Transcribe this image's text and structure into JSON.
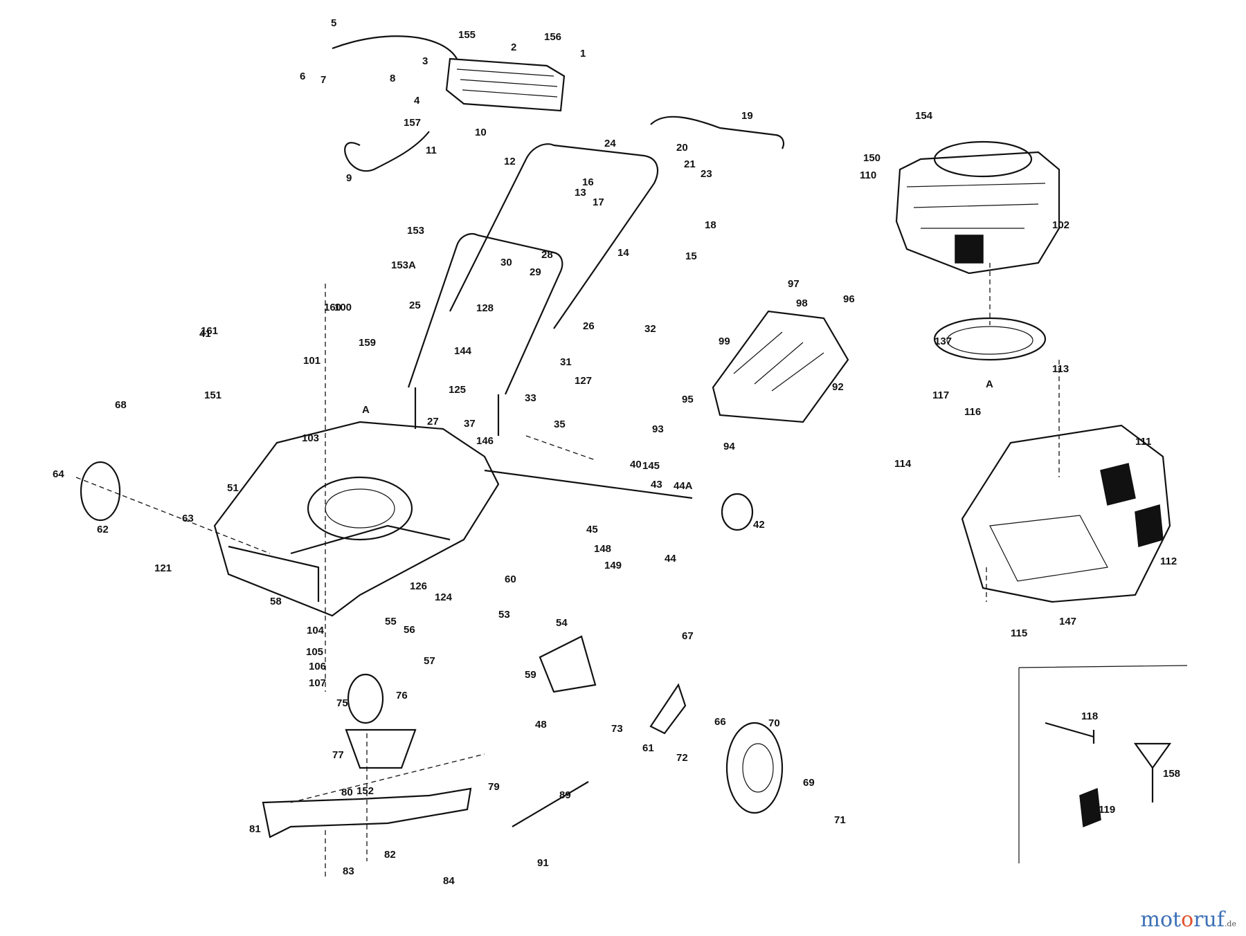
{
  "labels": [
    "1",
    "2",
    "3",
    "4",
    "5",
    "6",
    "7",
    "8",
    "9",
    "10",
    "11",
    "12",
    "13",
    "14",
    "15",
    "16",
    "17",
    "18",
    "19",
    "20",
    "21",
    "23",
    "24",
    "25",
    "26",
    "27",
    "28",
    "29",
    "30",
    "31",
    "32",
    "33",
    "35",
    "37",
    "40",
    "41",
    "42",
    "43",
    "44",
    "44A",
    "45",
    "48",
    "51",
    "53",
    "54",
    "55",
    "56",
    "57",
    "58",
    "59",
    "60",
    "61",
    "62",
    "63",
    "64",
    "66",
    "67",
    "68",
    "69",
    "70",
    "71",
    "72",
    "73",
    "75",
    "76",
    "77",
    "79",
    "80",
    "81",
    "82",
    "83",
    "84",
    "89",
    "91",
    "92",
    "93",
    "94",
    "95",
    "96",
    "97",
    "98",
    "99",
    "100",
    "101",
    "102",
    "103",
    "104",
    "105",
    "106",
    "107",
    "110",
    "111",
    "112",
    "113",
    "114",
    "115",
    "116",
    "117",
    "118",
    "119",
    "121",
    "124",
    "125",
    "126",
    "127",
    "128",
    "137",
    "144",
    "145",
    "146",
    "147",
    "148",
    "149",
    "150",
    "151",
    "152",
    "153",
    "153A",
    "154",
    "155",
    "156",
    "157",
    "158",
    "159",
    "160",
    "161"
  ],
  "brand": {
    "part1": "mot",
    "part2": "o",
    "part3": "ruf",
    "tld": ".de"
  }
}
